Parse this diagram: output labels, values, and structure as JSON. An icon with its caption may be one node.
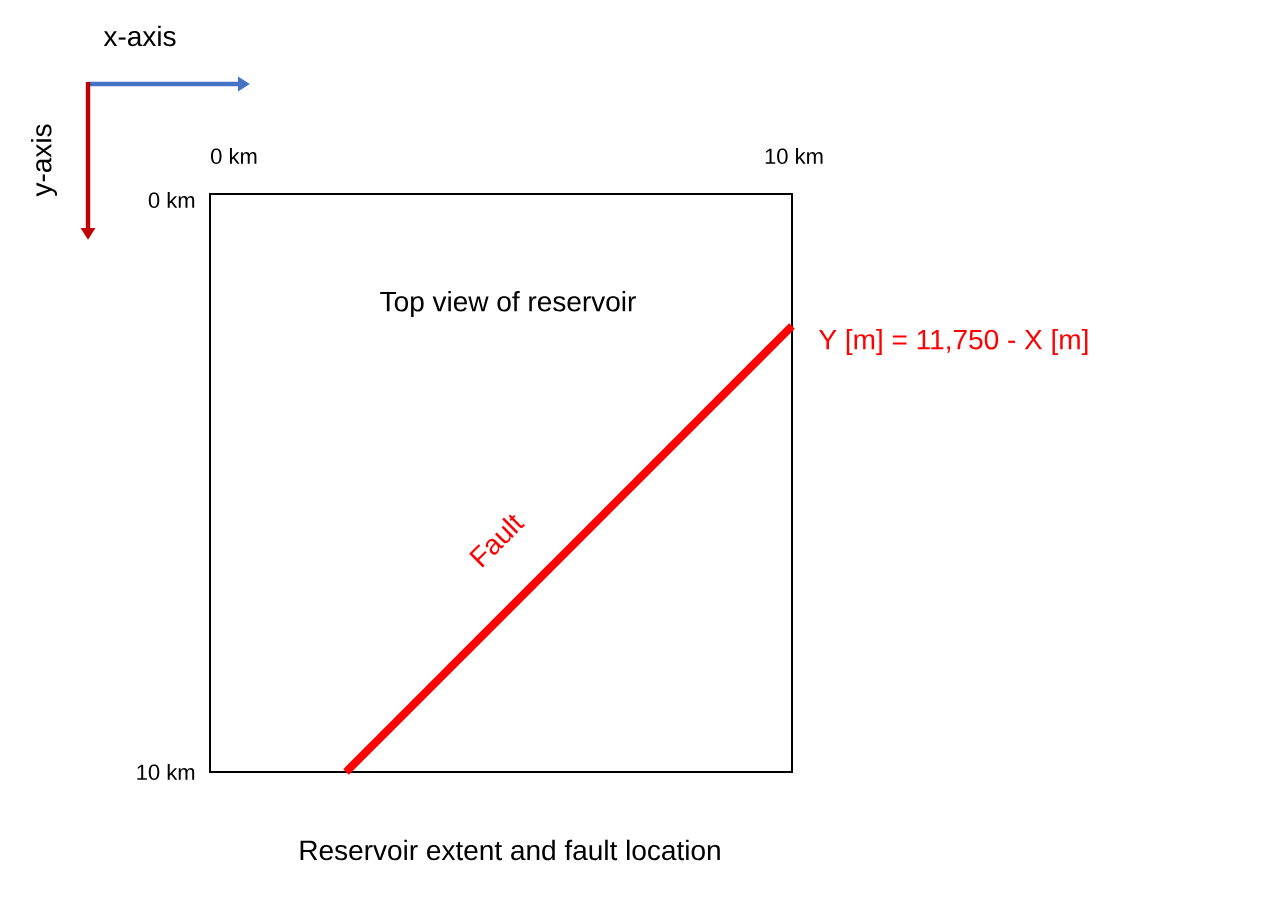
{
  "diagram": {
    "caption": "Reservoir extent and fault location",
    "nodes": [
      {
        "text": [
          "Top view of reservoir"
        ]
      }
    ],
    "labels": [
      "x-axis",
      "y-axis",
      "0 km",
      "10 km",
      "0 km",
      "10 km",
      "Y [m] = 11,750 - X [m]",
      "Fault"
    ]
  }
}
